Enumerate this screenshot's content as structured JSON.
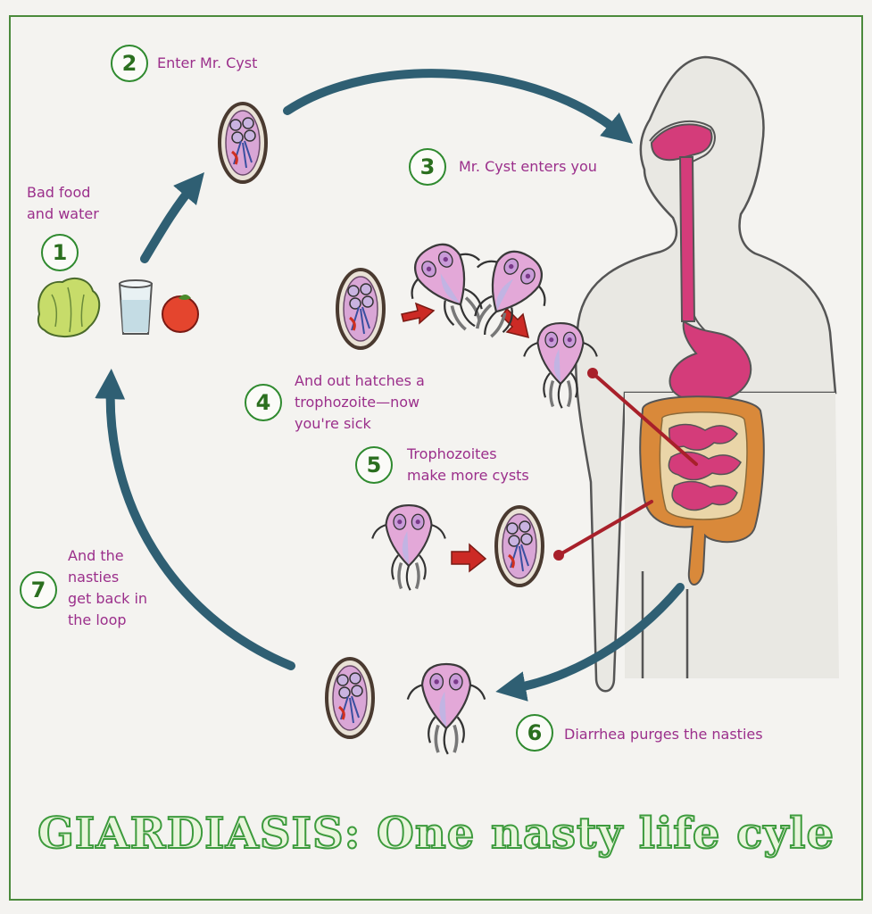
{
  "title": "GIARDIASIS: One nasty life cyle",
  "steps": [
    {
      "number": "1",
      "lines": [
        "Bad food",
        "and water"
      ]
    },
    {
      "number": "2",
      "lines": [
        "Enter Mr. Cyst"
      ]
    },
    {
      "number": "3",
      "lines": [
        "Mr. Cyst enters you"
      ]
    },
    {
      "number": "4",
      "lines": [
        "And out hatches a",
        "trophozoite—now",
        "you're sick"
      ]
    },
    {
      "number": "5",
      "lines": [
        "Trophozoites",
        "make more cysts"
      ]
    },
    {
      "number": "6",
      "lines": [
        "Diarrhea purges the nasties"
      ]
    },
    {
      "number": "7",
      "lines": [
        "And the",
        "nasties",
        "get back in",
        "the loop"
      ]
    }
  ],
  "colors": {
    "cycle_arrow": "#2f5f73",
    "step_text": "#9b2f8b",
    "step_circle": "#2f8a2f",
    "title_outline": "#3d9b3d",
    "title_fill": "#e9f5dc",
    "body_outline": "#555555",
    "body_fill": "#e9e8e3",
    "digestive_pink": "#d43c7a",
    "colon_orange": "#d9893a",
    "small_arrow_red": "#cc2a25",
    "pointer_line": "#a8202a"
  },
  "icons": [
    "lettuce-icon",
    "water-glass-icon",
    "apple-icon",
    "cyst-icon",
    "trophozoite-icon"
  ]
}
